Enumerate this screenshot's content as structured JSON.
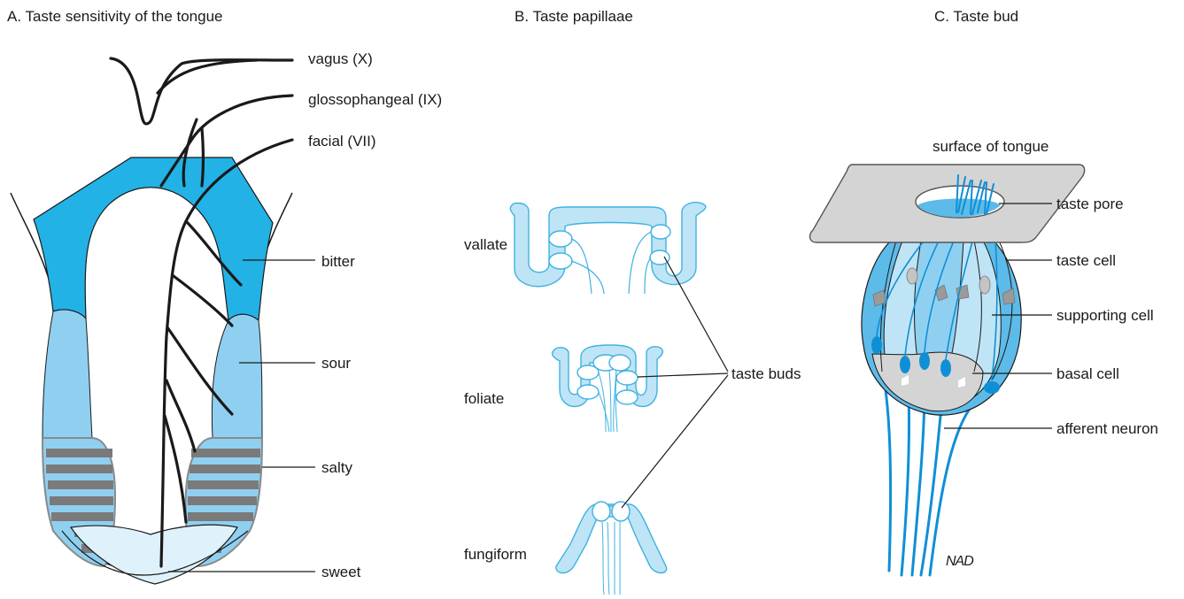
{
  "panels": {
    "a": {
      "title": "A. Taste sensitivity of the tongue",
      "nerves": [
        "vagus (X)",
        "glossophangeal (IX)",
        "facial (VII)"
      ],
      "regions": [
        "bitter",
        "sour",
        "salty",
        "sweet"
      ]
    },
    "b": {
      "title": "B. Taste papillaae",
      "types": [
        "vallate",
        "foliate",
        "fungiform"
      ],
      "callout": "taste buds"
    },
    "c": {
      "title": "C. Taste bud",
      "surface": "surface of tongue",
      "parts": [
        "taste pore",
        "taste cell",
        "supporting cell",
        "basal cell",
        "afferent neuron"
      ],
      "signature": "NAD"
    }
  },
  "colors": {
    "bitter": "#22b2e6",
    "sour": "#8fd0f1",
    "sweet": "#dff1fb",
    "salty_stripe": "#7a7a7a",
    "nerve": "#1a1a1a",
    "papilla_fill": "#bfe4f6",
    "papilla_stroke": "#3fb2e2",
    "cell_light": "#bfe4f6",
    "cell_mid": "#5dbbe9",
    "tongue_surface": "#d4d4d4",
    "neuron": "#0f8fd6"
  }
}
